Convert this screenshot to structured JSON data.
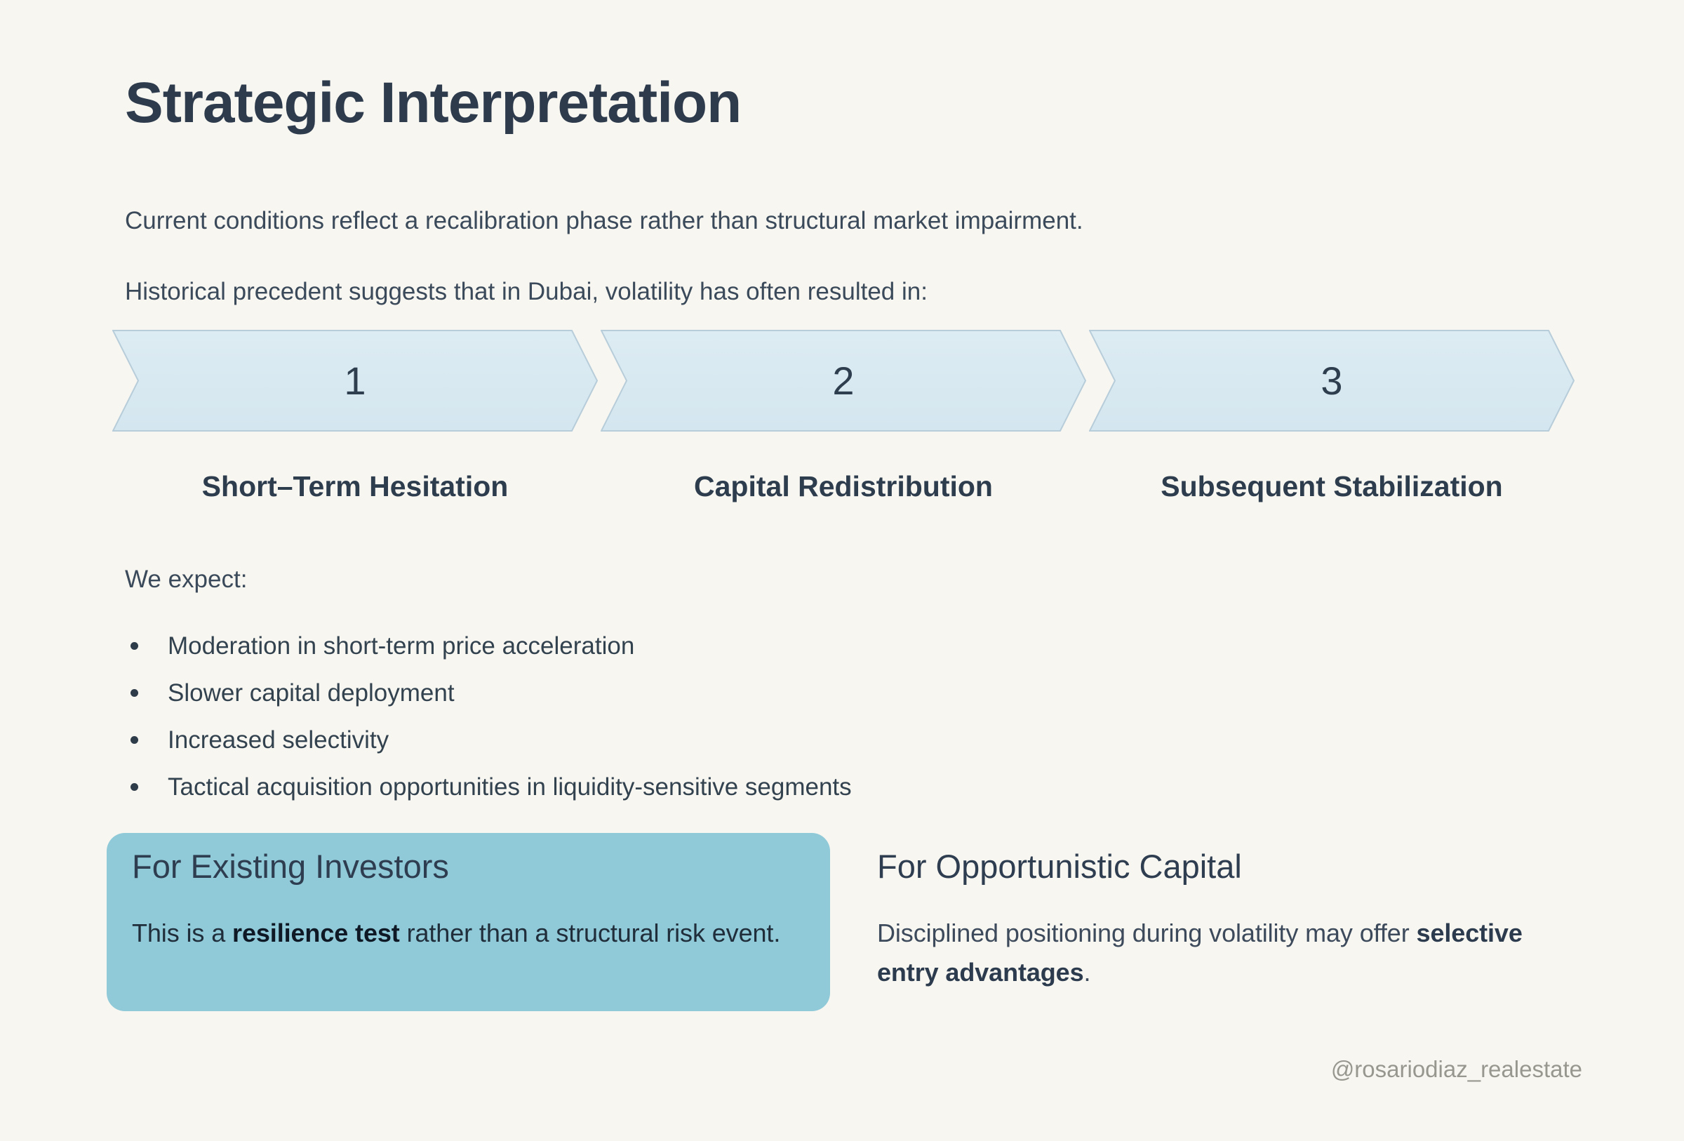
{
  "slide": {
    "title": "Strategic Interpretation",
    "intro": "Current conditions reflect a recalibration phase rather than structural market impairment.",
    "precedent": "Historical precedent suggests that in Dubai, volatility has often resulted in:",
    "steps": [
      {
        "number": "1",
        "label": "Short–Term Hesitation"
      },
      {
        "number": "2",
        "label": "Capital Redistribution"
      },
      {
        "number": "3",
        "label": "Subsequent Stabilization"
      }
    ],
    "expect_heading": "We expect:",
    "expect_items": [
      "Moderation in short-term price acceleration",
      "Slower capital deployment",
      "Increased selectivity",
      "Tactical acquisition opportunities in liquidity-sensitive segments"
    ],
    "existing_investors": {
      "heading": "For Existing Investors",
      "body_prefix": "This is a ",
      "body_bold": "resilience test",
      "body_suffix": " rather than a structural risk event."
    },
    "opportunistic_capital": {
      "heading": "For Opportunistic Capital",
      "body_prefix": "Disciplined positioning during volatility may offer ",
      "body_bold": "selective entry advantages",
      "body_suffix": "."
    },
    "footer_handle": "@rosariodiaz_realestate",
    "colors": {
      "background": "#f8f6f1",
      "heading_navy": "#2d3b4d",
      "body_text": "#3b4a5a",
      "arrow_fill": "#d9e9f1",
      "arrow_stroke": "#b7cdda",
      "card_teal": "#90cad8",
      "bold_dark": "#0f1925",
      "footer_gray": "#98978f"
    }
  }
}
